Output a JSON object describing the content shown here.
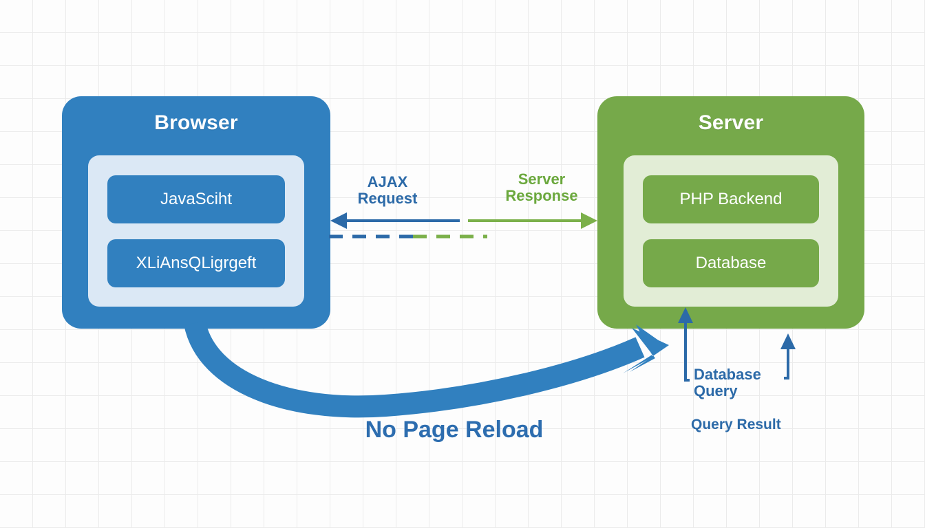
{
  "diagram": {
    "title": "AJAX request flow between browser and server",
    "background": {
      "color": "#fdfdfd",
      "grid_color": "#ebebeb",
      "grid_size": 48
    },
    "colors": {
      "browser_blue": "#3180bf",
      "browser_panel": "#dbe8f5",
      "server_green": "#76a94a",
      "server_panel": "#e2edd6",
      "blue_text": "#2c6aa8",
      "green_text": "#6ba83d",
      "reload_text": "#2d6daf"
    },
    "nodes": [
      {
        "id": "browser",
        "title": "Browser",
        "accent": "#3180bf",
        "items": [
          {
            "label": "JavaSciht"
          },
          {
            "label": "XLiAnsQLigrgeft"
          }
        ]
      },
      {
        "id": "server",
        "title": "Server",
        "accent": "#76a94a",
        "items": [
          {
            "label": "PHP Backend"
          },
          {
            "label": "Database"
          }
        ]
      }
    ],
    "connectors": [
      {
        "id": "ajax-request",
        "label": "AJAX\nRequest",
        "color": "#2c6aa8",
        "direction": "right-to-left",
        "style": "solid",
        "from": "server-side",
        "to": "browser"
      },
      {
        "id": "server-response",
        "label": "Server\nResponse",
        "color": "#6ba83d",
        "direction": "left-to-right",
        "style": "solid",
        "from": "browser-side",
        "to": "server"
      },
      {
        "id": "async-channel",
        "label": "",
        "color": "#2c6aa8",
        "direction": "bidirectional",
        "style": "dashed"
      },
      {
        "id": "database-query",
        "label": "Database\nQuery",
        "color": "#2c6aa8",
        "direction": "upward",
        "style": "solid"
      },
      {
        "id": "query-result",
        "label": "Query Result",
        "color": "#2c6aa8",
        "direction": "upward",
        "style": "solid"
      },
      {
        "id": "no-page-reload",
        "label": "No Page Reload",
        "color": "#2d6daf",
        "direction": "browser-to-server",
        "style": "thick-curve"
      }
    ]
  }
}
